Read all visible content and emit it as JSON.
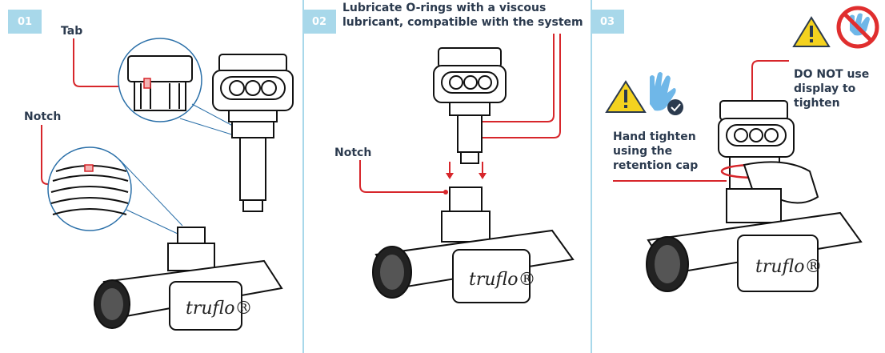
{
  "steps": [
    {
      "number": "01",
      "labels": {
        "tab": "Tab",
        "notch": "Notch"
      },
      "brand": "truflo®"
    },
    {
      "number": "02",
      "labels": {
        "instruction": "Lubricate O-rings with a viscous\nlubricant, compatible with the system",
        "notch": "Notch"
      },
      "brand": "truflo®"
    },
    {
      "number": "03",
      "labels": {
        "warning": "DO NOT use\ndisplay to\ntighten",
        "hand_tighten": "Hand tighten\nusing the\nretention cap"
      },
      "brand": "truflo®"
    }
  ],
  "colors": {
    "accent": "#a8d8ea",
    "callout": "#d7262b",
    "text": "#2b3a4e",
    "warning": "#f4d21f",
    "hand": "#6fb7e8",
    "prohibited": "#e02e2e"
  },
  "icons": [
    "warning-triangle-icon",
    "hand-icon",
    "check-badge-icon",
    "no-hand-icon"
  ]
}
